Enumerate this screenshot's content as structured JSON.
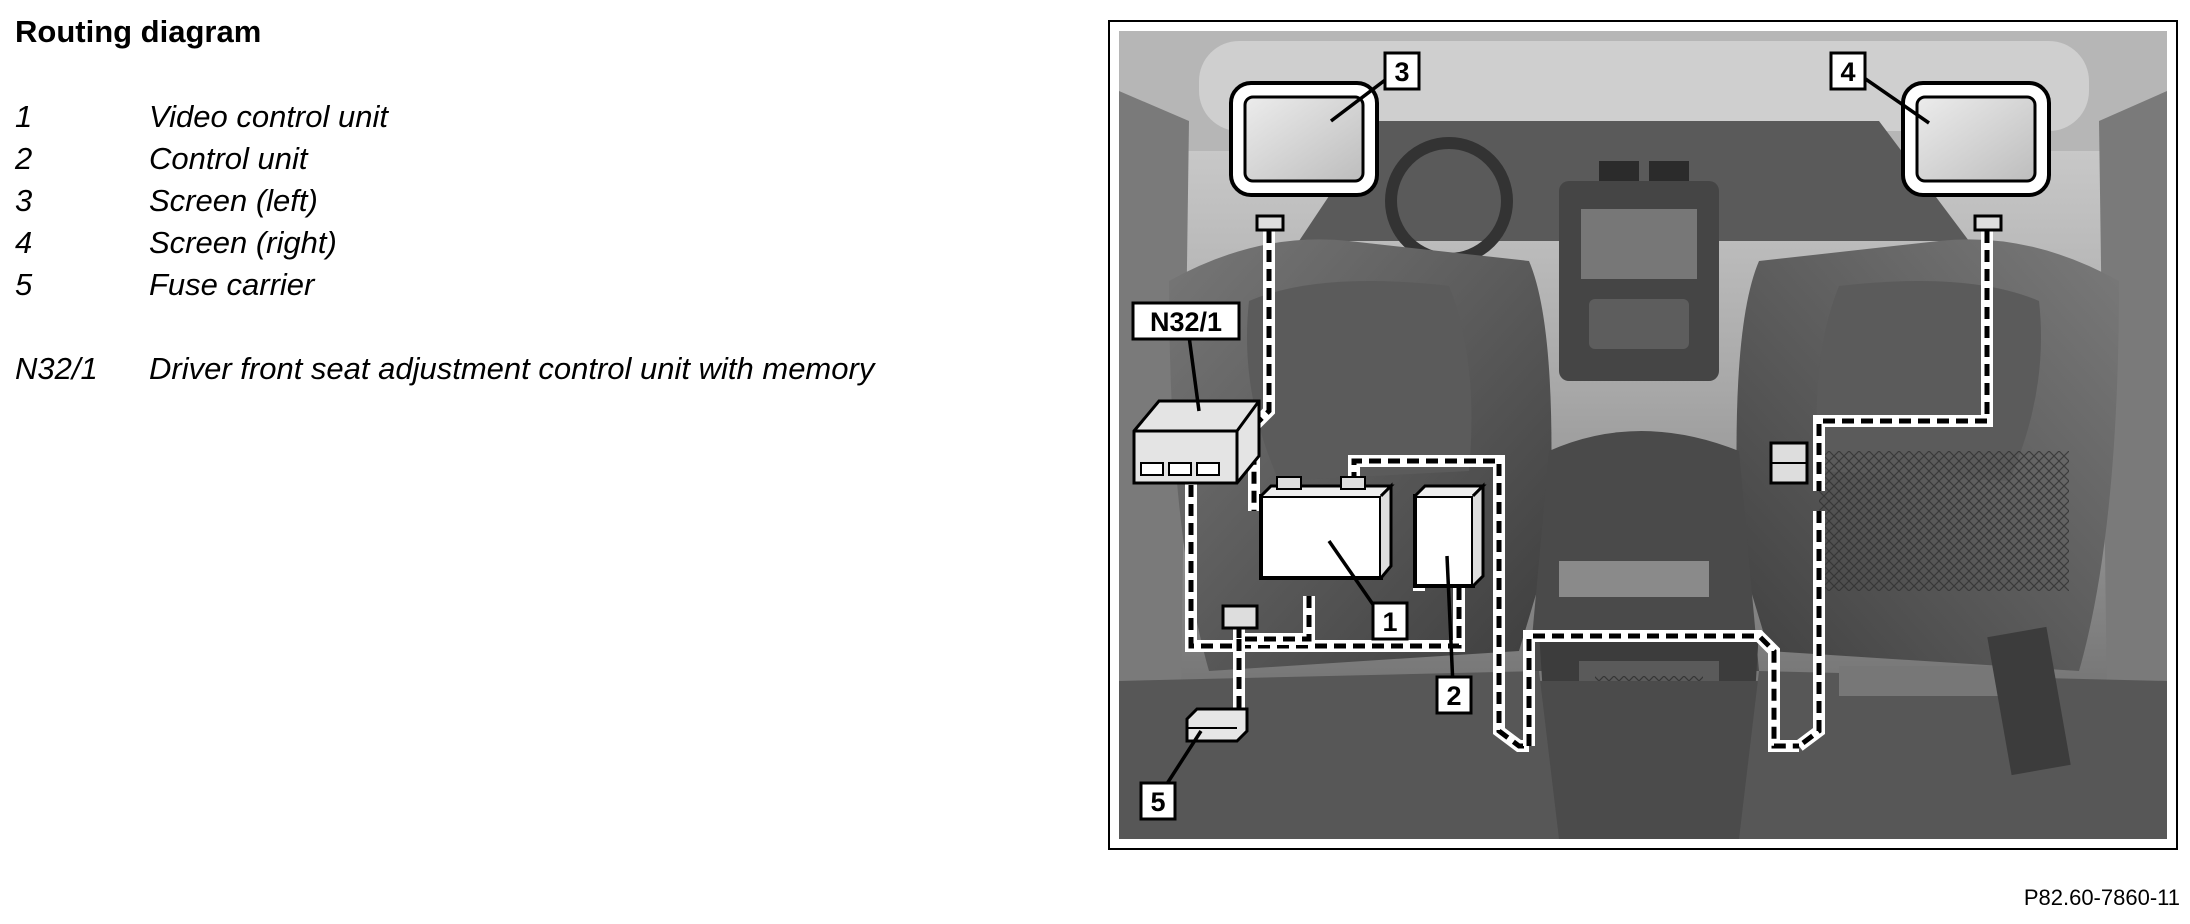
{
  "header": {
    "title": "Routing diagram"
  },
  "legend": [
    {
      "key": "1",
      "desc": "Video control unit"
    },
    {
      "key": "2",
      "desc": "Control unit"
    },
    {
      "key": "3",
      "desc": "Screen (left)"
    },
    {
      "key": "4",
      "desc": "Screen (right)"
    },
    {
      "key": "5",
      "desc": "Fuse carrier"
    },
    {
      "key": "N32/1",
      "desc": "Driver front seat adjustment control unit with memory"
    }
  ],
  "diagram": {
    "callouts": {
      "c1": "1",
      "c2": "2",
      "c3": "3",
      "c4": "4",
      "c5": "5",
      "n32": "N32/1"
    }
  },
  "footer": {
    "reference": "P82.60-7860-11"
  }
}
